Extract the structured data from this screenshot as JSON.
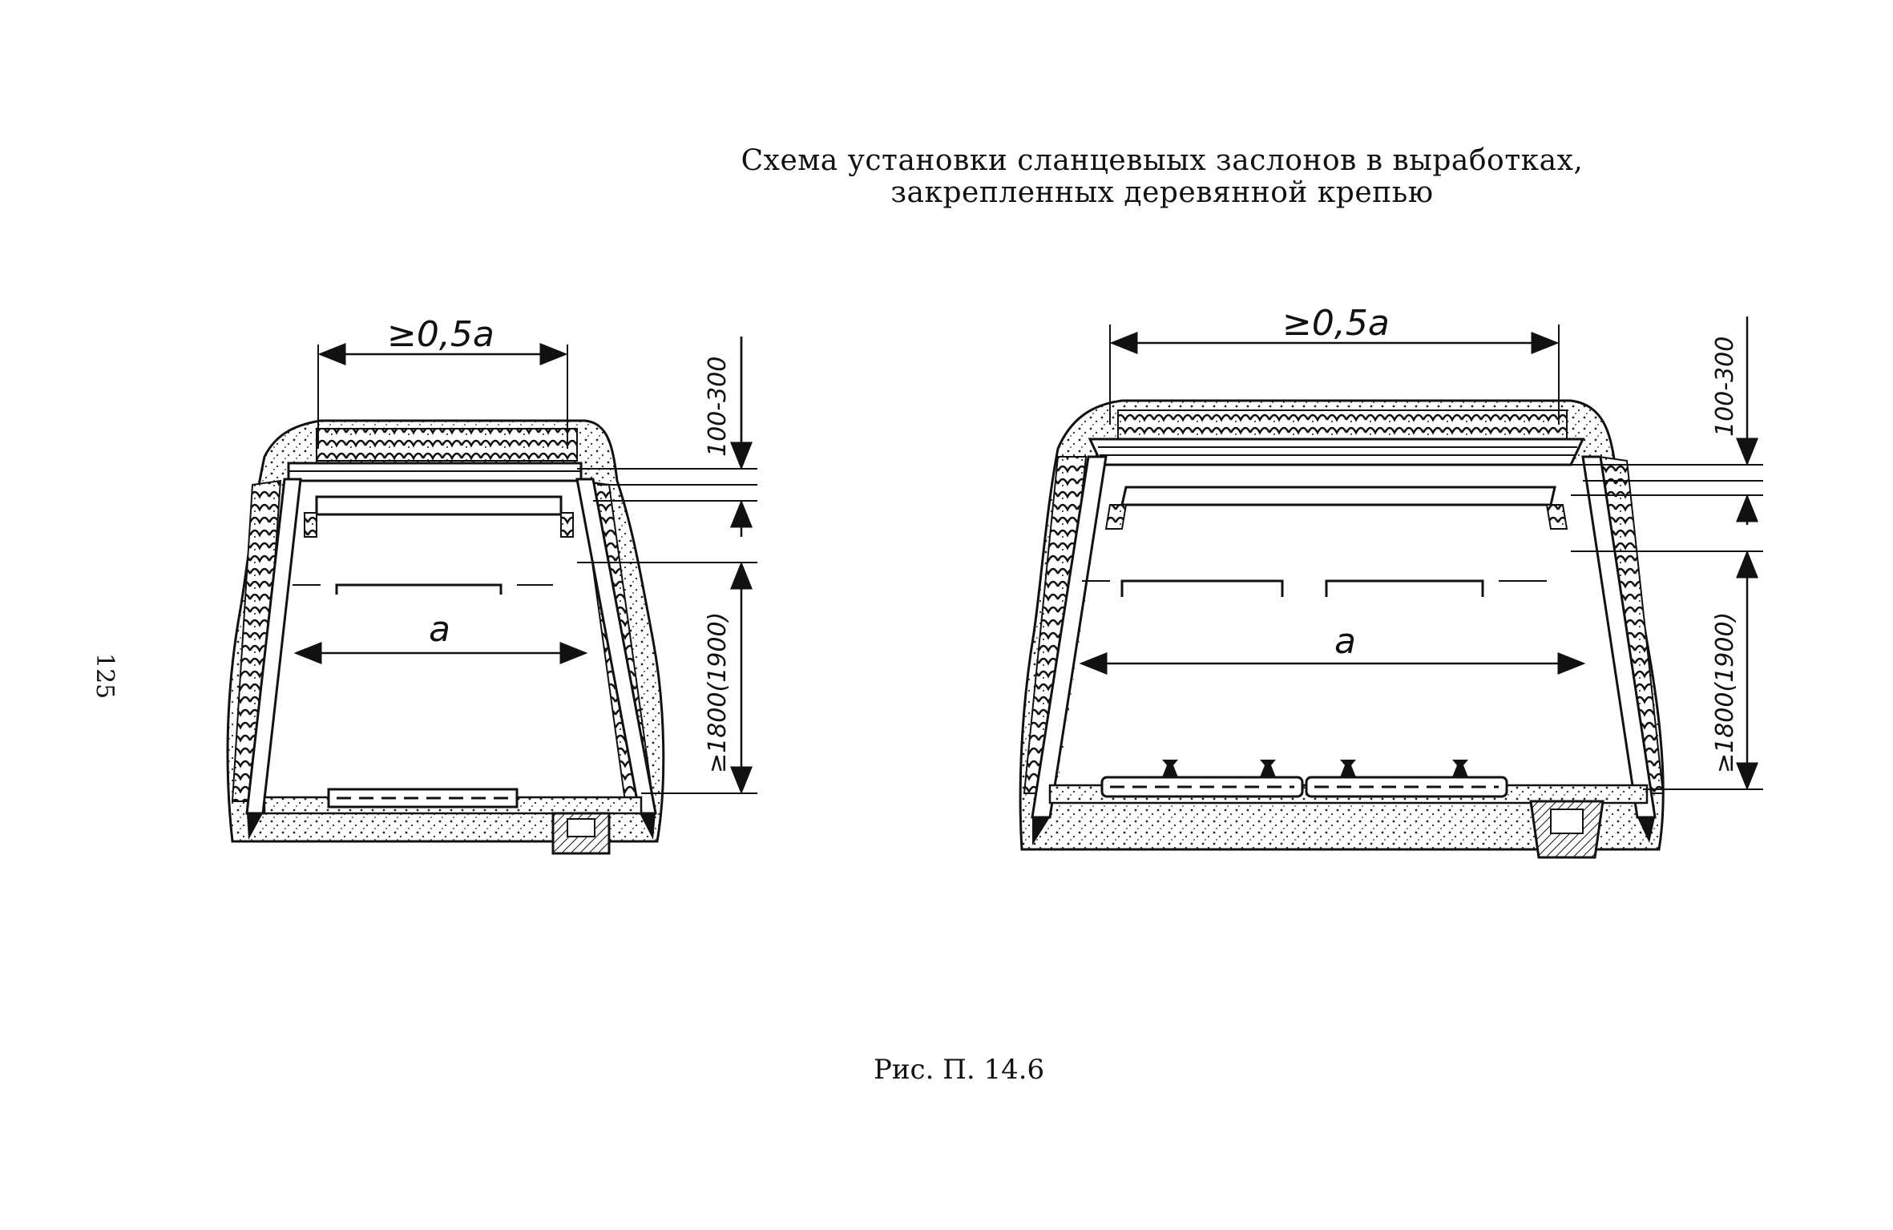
{
  "title": {
    "line1": "Схема установки сланцевыых заслонов в выработках,",
    "line2": "закрепленных деревянной крепью"
  },
  "page_number": "125",
  "caption": "Рис. П. 14.6",
  "left_diagram": {
    "top_width": "≥0,5a",
    "width": "a",
    "roof_gap": "100-300",
    "height": "≥1800(1900)"
  },
  "right_diagram": {
    "top_width": "≥0,5a",
    "width": "a",
    "roof_gap": "100-300",
    "height": "≥1800(1900)"
  }
}
